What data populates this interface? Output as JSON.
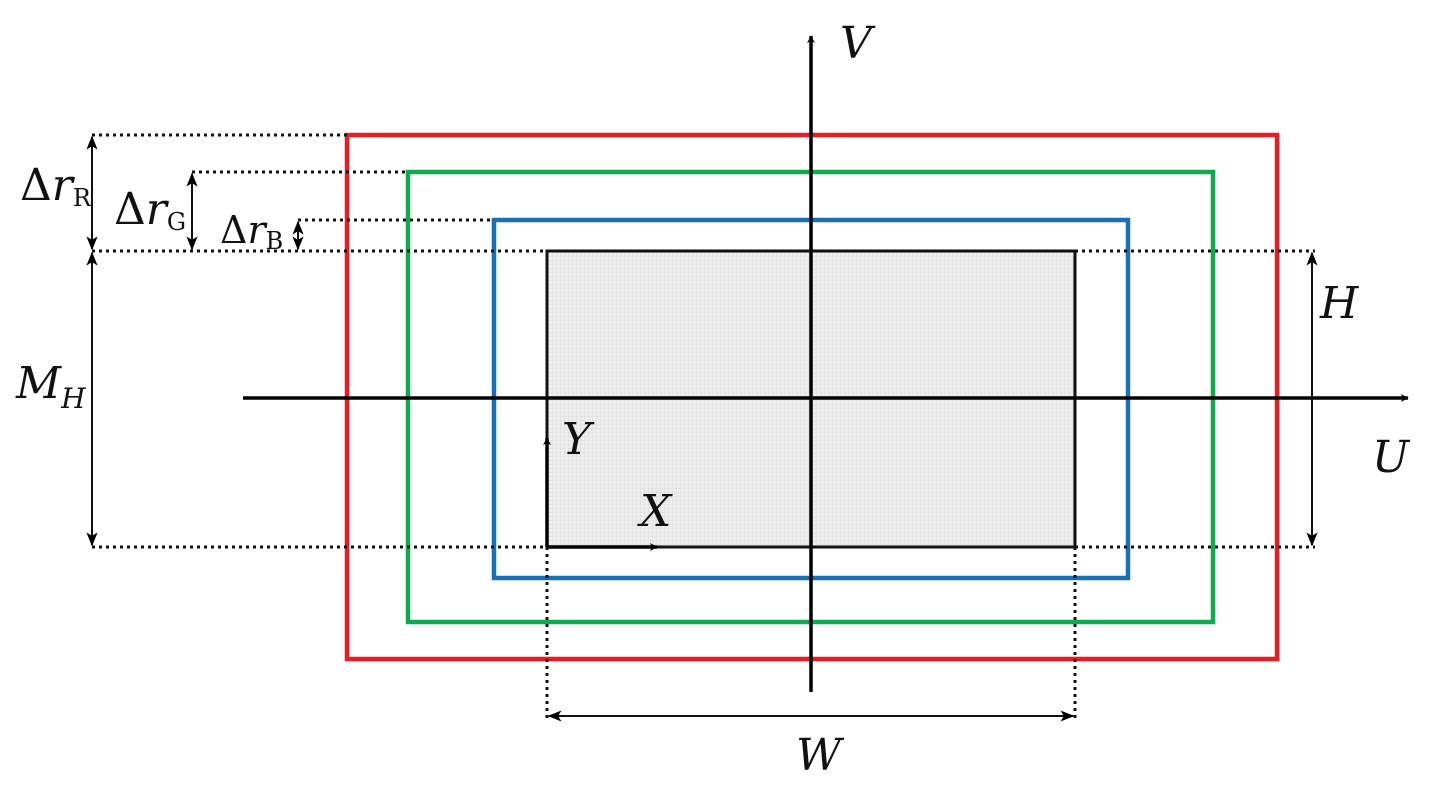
{
  "labels": {
    "v_axis": "V",
    "u_axis": "U",
    "x_axis": "X",
    "y_axis": "Y",
    "height": "H",
    "width": "W",
    "margin_h_main": "M",
    "margin_h_sub": "H",
    "delta": "Δ",
    "r": "r",
    "sub_r": "R",
    "sub_g": "G",
    "sub_b": "B"
  },
  "colors": {
    "red_rect": "#e31e24",
    "green_rect": "#12a84f",
    "blue_rect": "#1a6fb5",
    "sensor_fill": "#ececec",
    "axis": "#000000"
  }
}
